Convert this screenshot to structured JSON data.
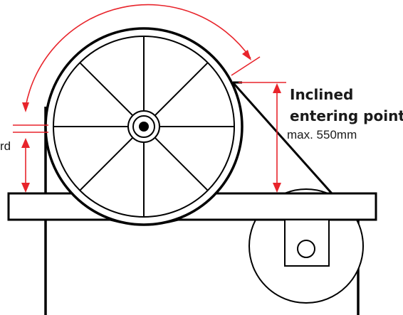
{
  "labels": {
    "heading_line1": "Inclined",
    "heading_line2": "entering point",
    "max_height": "max. 550mm",
    "left_fragment": "rd"
  },
  "colors": {
    "stroke": "#000000",
    "dimension": "#e8242b",
    "background": "#ffffff"
  },
  "wheel": {
    "spokes": 8
  }
}
